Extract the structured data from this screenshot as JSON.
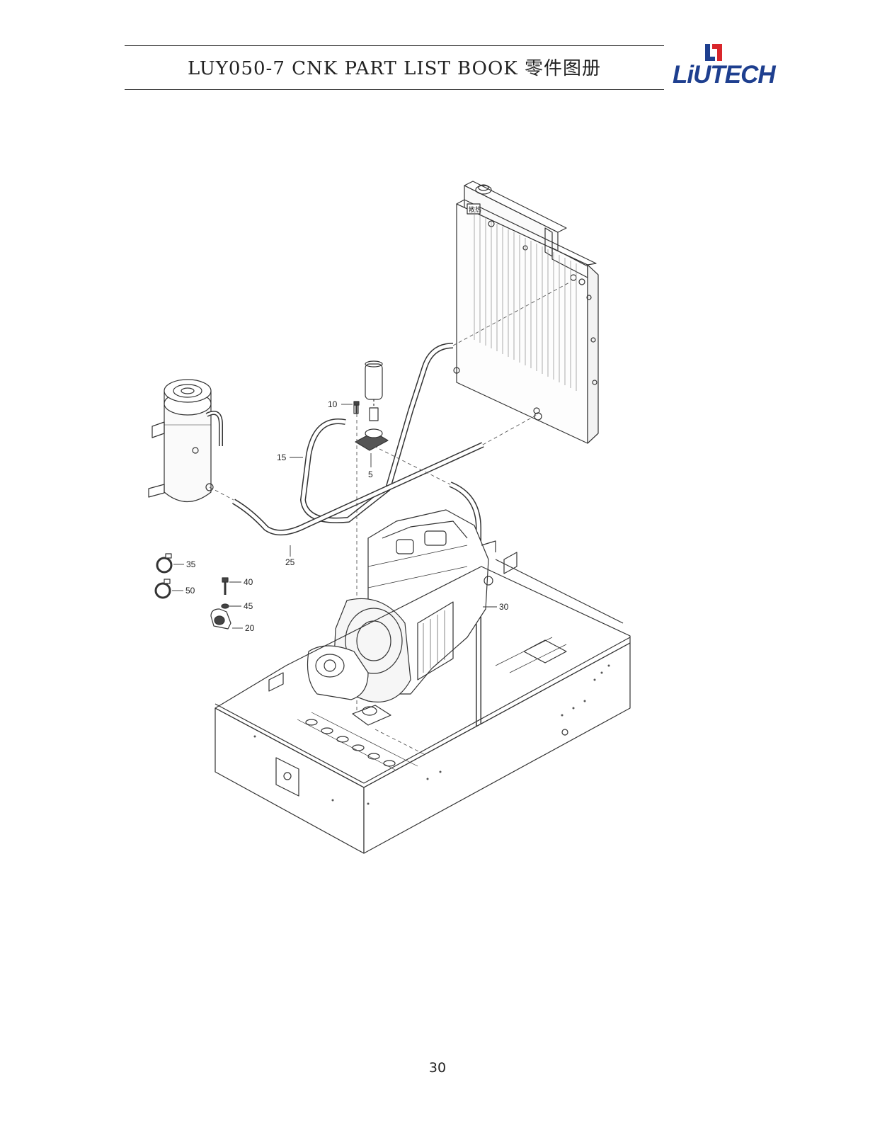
{
  "header": {
    "title": "LUY050-7 CNK PART LIST BOOK 零件图册",
    "logo_text": "LiUTECH",
    "logo_color": "#1e3f8f",
    "logo_accent_color": "#d9262b"
  },
  "drawing": {
    "callouts": [
      "10",
      "15",
      "5",
      "25",
      "35",
      "50",
      "40",
      "45",
      "20",
      "30"
    ],
    "radiator_label": "散热"
  },
  "footer": {
    "page_number": "30"
  }
}
